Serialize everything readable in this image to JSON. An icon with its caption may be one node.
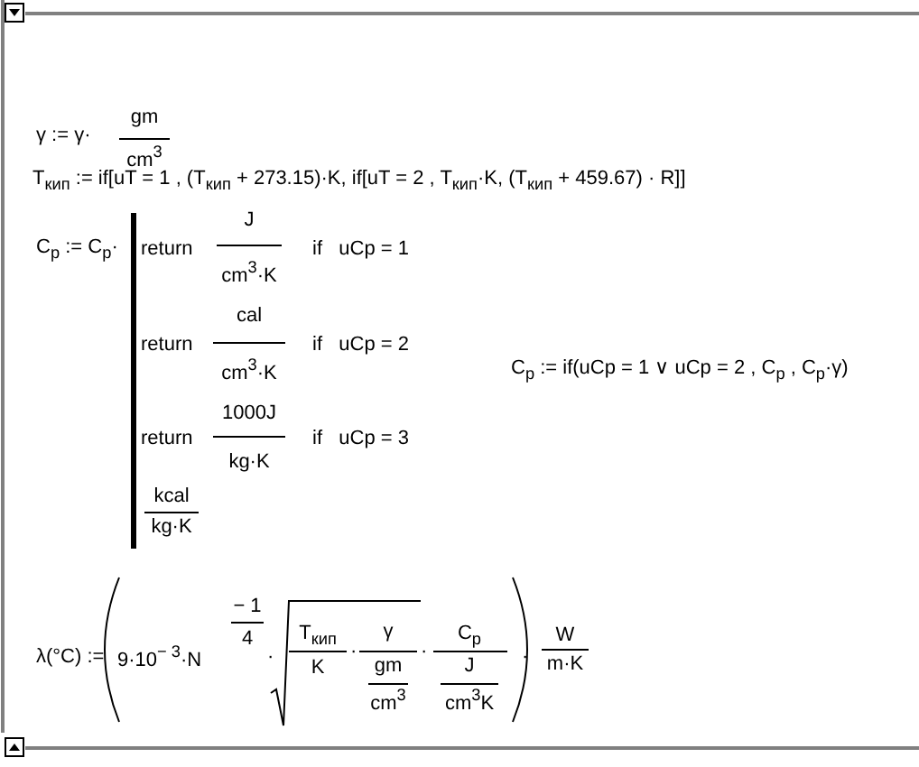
{
  "diagram": {
    "labels": [
      "γ := γ·",
      "gm",
      "cm$^{3}$",
      "T$_{кип}$ := if[uT = 1 , (T$_{кип}$ + 273.15)·K, if[uT = 2 , T$_{кип}$·K, (T$_{кип}$ + 459.67) · R]]",
      "C$_{p}$ := C$_{p}$·",
      "return",
      "J",
      "cm$^{3}$·K",
      "if   uCp = 1",
      "return",
      "cal",
      "cm$^{3}$·K",
      "if   uCp = 2",
      "return",
      "1000J",
      "kg·K",
      "if   uCp = 3",
      "kcal",
      "kg·K",
      "C$_{p}$ := if(uCp = 1 ∨ uCp = 2 , C$_{p}$ , C$_{p}$·γ)",
      "λ(°C) :=",
      "9·10$^{− 3}$·N",
      "− 1",
      "4",
      "·",
      "T$_{кип}$",
      "K",
      "·",
      "γ",
      "gm",
      "cm$^{3}$",
      "·",
      "C$_{p}$",
      "J",
      "cm$^{3}$K",
      "·",
      "W",
      "m·K"
    ]
  }
}
